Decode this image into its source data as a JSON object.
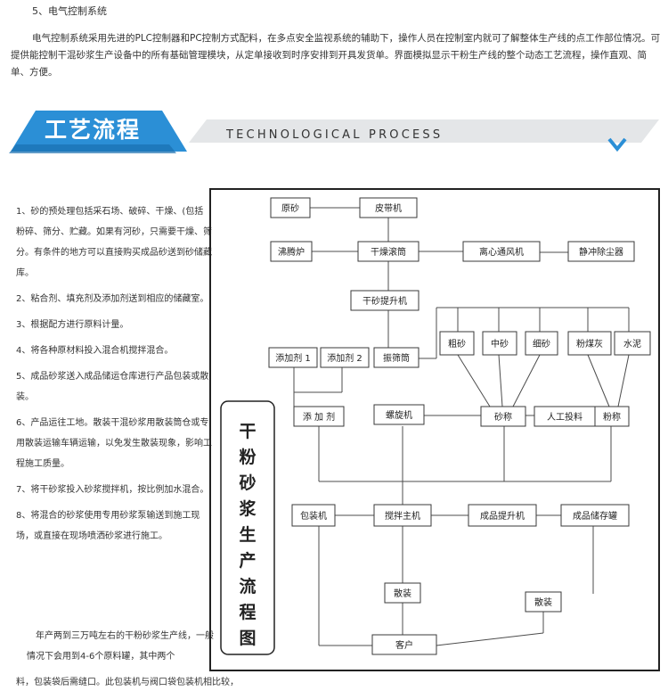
{
  "section": {
    "title": "5、电气控制系统",
    "intro": "电气控制系统采用先进的PLC控制器和PC控制方式配料，在多点安全监视系统的辅助下，操作人员在控制室内就可了解整体生产线的点工作部位情况。可提供能控制干混砂浆生产设备中的所有基础管理模块，从定单接收到时序安排到开具发货单。界面模拟显示干粉生产线的整个动态工艺流程，操作直观、简单、方便。"
  },
  "banner": {
    "title": "工艺流程",
    "subtitle": "TECHNOLOGICAL PROCESS",
    "accent_color": "#2b8fd6",
    "icon": "chevron-down-icon"
  },
  "steps": [
    "1、砂的预处理包括采石场、破碎、干燥、(包括粉碎、筛分、贮藏。如果有河砂，只需要干燥、筛分。有条件的地方可以直接购买成品砂送到砂储藏库。",
    "2、粘合剂、填充剂及添加剂送到相应的储藏室。",
    "3、根据配方进行原料计量。",
    "4、将各种原材料投入混合机搅拌混合。",
    "5、成品砂浆送入成品储运仓库进行产品包装或散装。",
    "6、产品运往工地。散装干混砂浆用散装筒仓或专用散装运输车辆运输，以免发生散装现象，影响工程施工质量。",
    "7、将干砂浆投入砂浆搅拌机，按比例加水混合。",
    "8、将混合的砂浆使用专用砂浆泵输送到施工现场，或直接在现场喷洒砂浆进行施工。"
  ],
  "note": "年产两到三万吨左右的干粉砂浆生产线，一般情况下会用到4-6个原料罐，其中两个",
  "note2": "料，包装袋后需缝口。此包装机与阀口袋包装机相比较，",
  "flow": {
    "vertical_title": [
      "干",
      "粉",
      "砂",
      "浆",
      "生",
      "产",
      "流",
      "程",
      "图"
    ],
    "nodes": {
      "raw_sand": "原砂",
      "belt": "皮带机",
      "boiler": "沸腾炉",
      "dryer": "干燥滚筒",
      "fan": "离心通风机",
      "dust": "静冲除尘器",
      "elevator": "干砂提升机",
      "additive1": "添加剂 1",
      "additive2": "添加剂 2",
      "screen": "振筛筒",
      "coarse": "粗砂",
      "medium": "中砂",
      "fine": "细砂",
      "flyash": "粉煤灰",
      "cement": "水泥",
      "additive": "添 加 剂",
      "screw": "螺旋机",
      "sand_weigh": "砂称",
      "manual": "人工投料",
      "powder_weigh": "粉称",
      "packer": "包装机",
      "mixer": "搅拌主机",
      "product_lift": "成品提升机",
      "product_store": "成品储存罐",
      "bulk1": "散装",
      "bulk2": "散装",
      "customer": "客户"
    }
  }
}
